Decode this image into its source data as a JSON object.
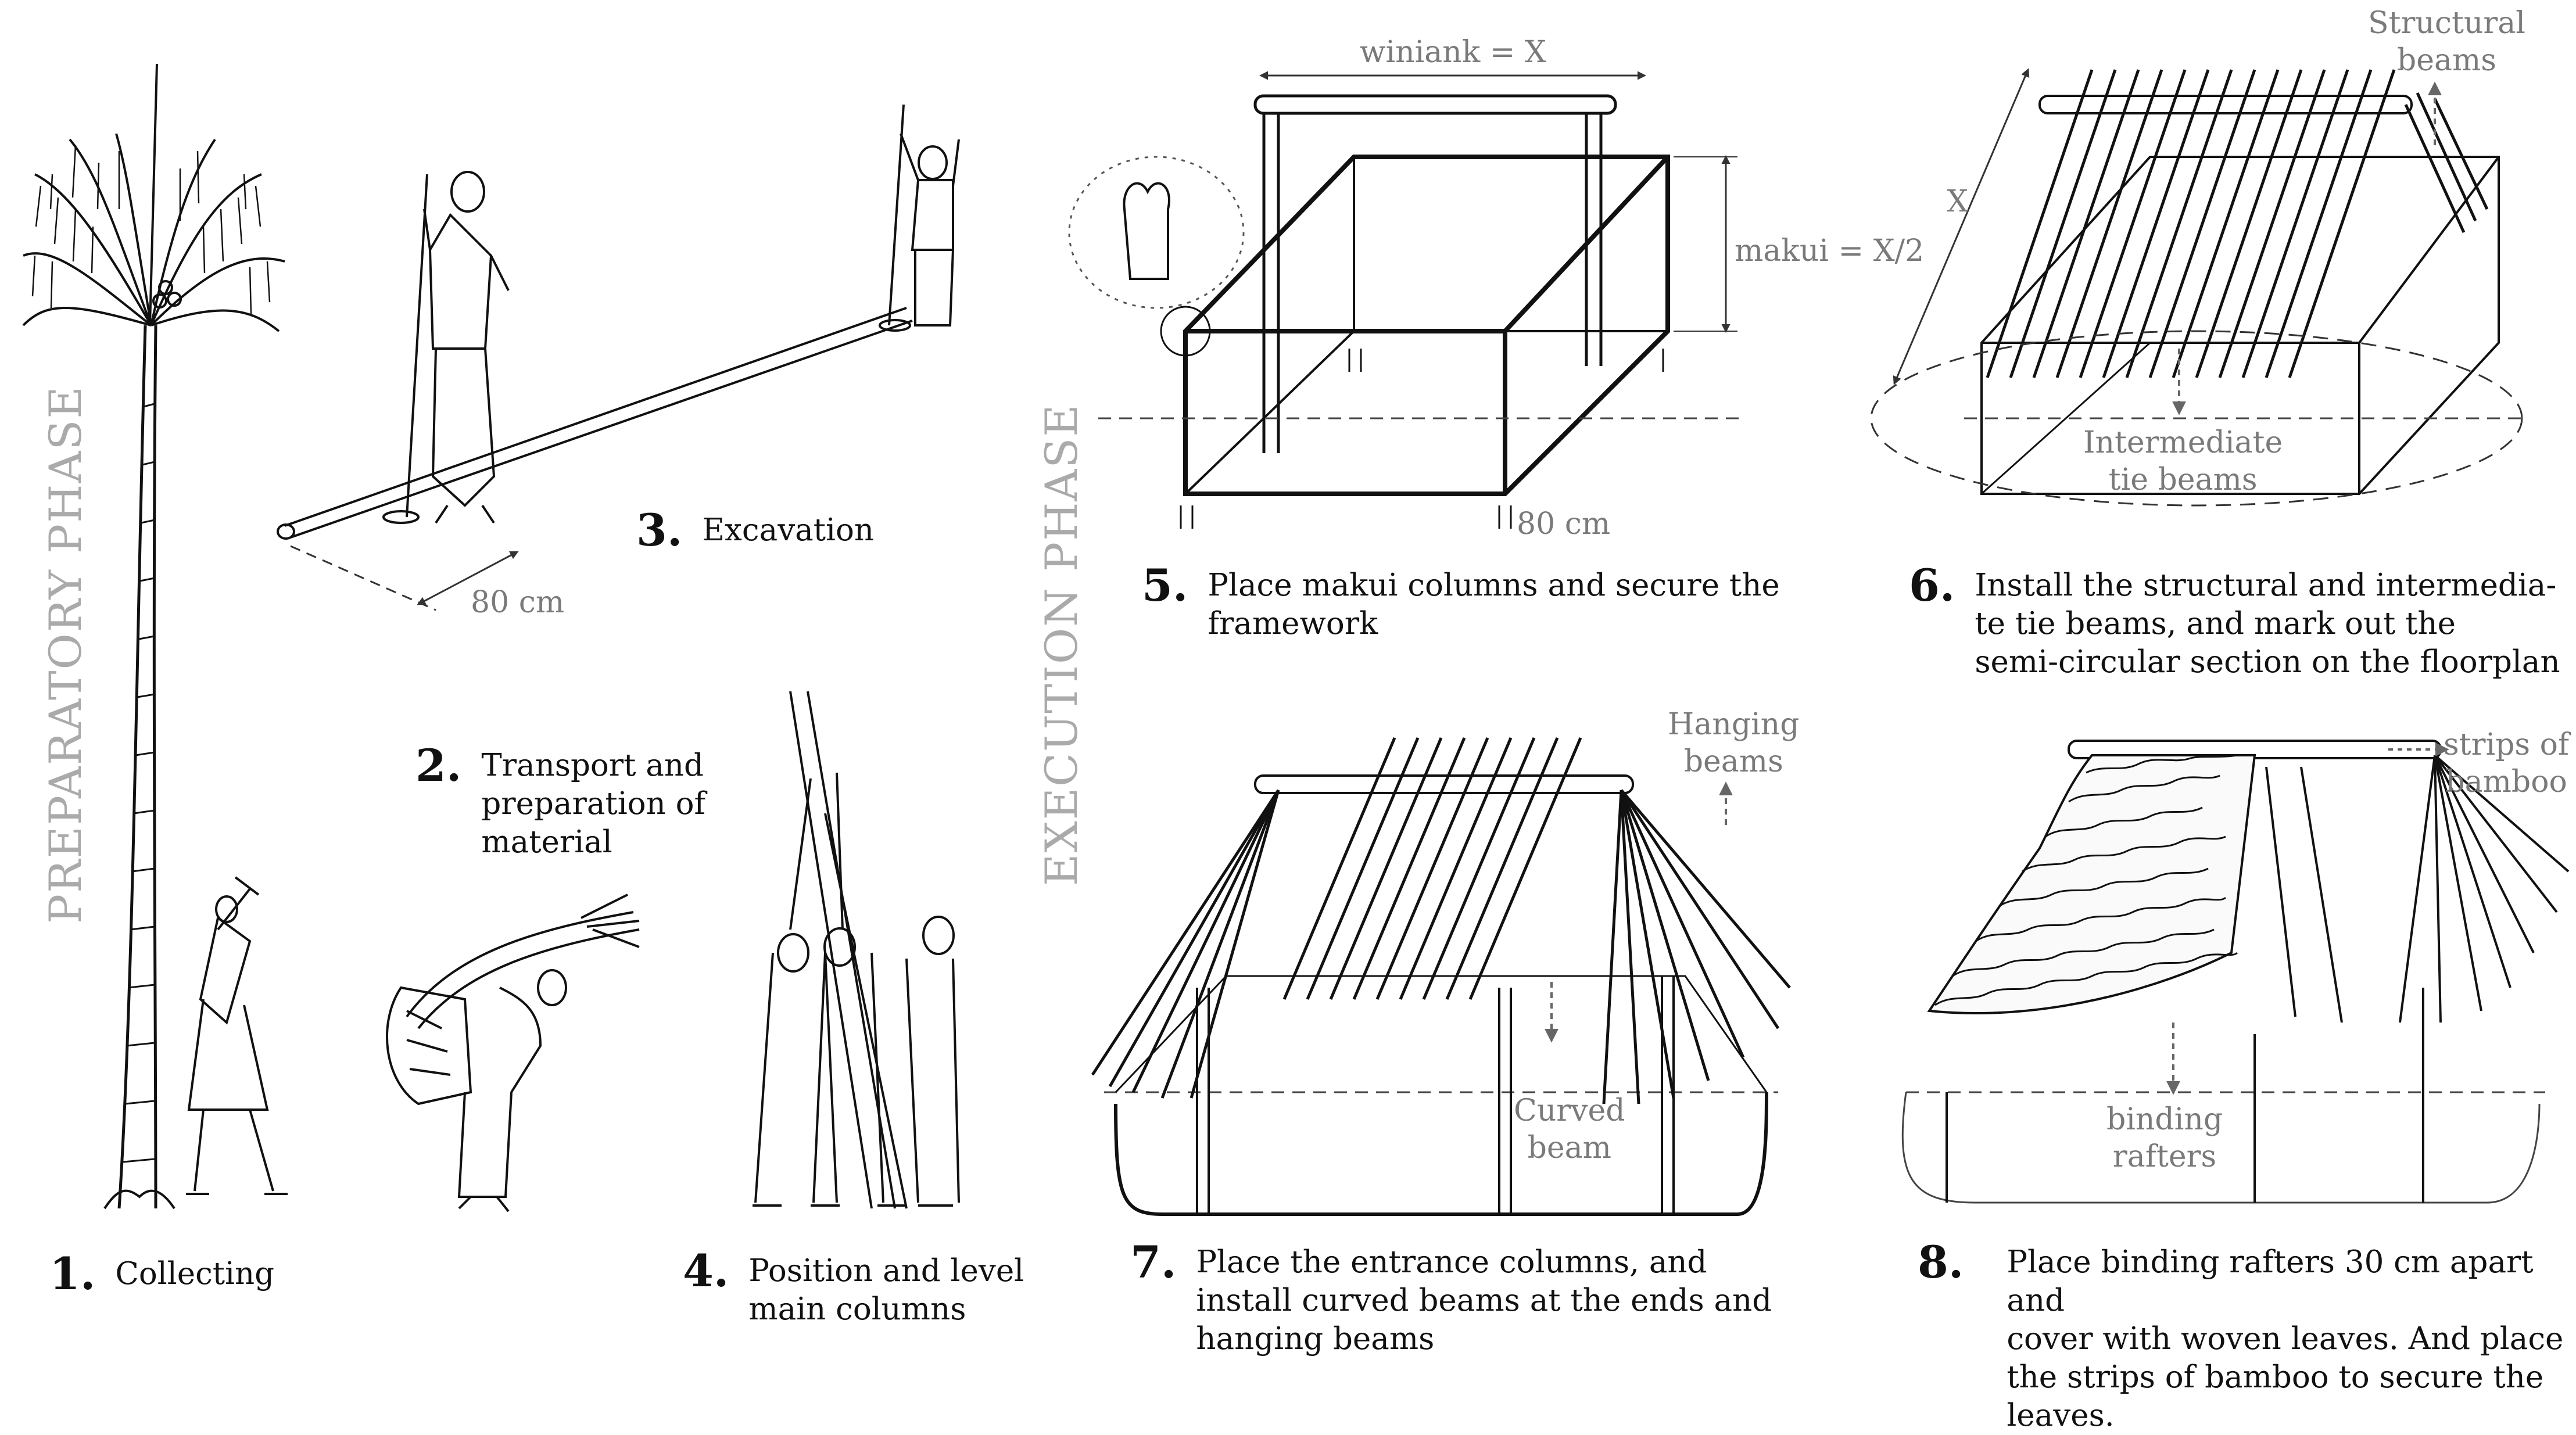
{
  "phases": {
    "preparatory": "PREPARATORY PHASE",
    "execution": "EXECUTION PHASE"
  },
  "steps": [
    {
      "num": "1.",
      "lines": [
        "Collecting"
      ]
    },
    {
      "num": "2.",
      "lines": [
        "Transport and",
        "preparation of",
        "material"
      ]
    },
    {
      "num": "3.",
      "lines": [
        "Excavation"
      ]
    },
    {
      "num": "4.",
      "lines": [
        "Position and level",
        "main columns"
      ]
    },
    {
      "num": "5.",
      "lines": [
        "Place makui columns and secure the",
        "framework"
      ]
    },
    {
      "num": "6.",
      "lines": [
        "Install the structural and intermedia-",
        "te tie beams, and mark out the",
        "semi-circular section on the floorplan"
      ]
    },
    {
      "num": "7.",
      "lines": [
        "Place the entrance columns, and",
        "install curved beams at the ends and",
        "hanging beams"
      ]
    },
    {
      "num": "8.",
      "lines": [
        "Place binding rafters 30 cm apart and",
        "cover with woven leaves. And place",
        "the strips of bamboo to secure the",
        "leaves."
      ]
    }
  ],
  "annotations": {
    "dim_80cm_a": "80 cm",
    "winiank": "winiank = X",
    "makui": "makui = X/2",
    "dim_80cm_b": "80 cm",
    "structural_beams": [
      "Structural",
      "beams"
    ],
    "x_label": "X",
    "intermediate_tie_beams": [
      "Intermediate",
      "tie beams"
    ],
    "hanging_beams": [
      "Hanging",
      "beams"
    ],
    "curved_beam": [
      "Curved",
      "beam"
    ],
    "strips_of_bamboo": [
      "strips of",
      "bamboo"
    ],
    "binding_rafters": [
      "binding",
      "rafters"
    ]
  }
}
